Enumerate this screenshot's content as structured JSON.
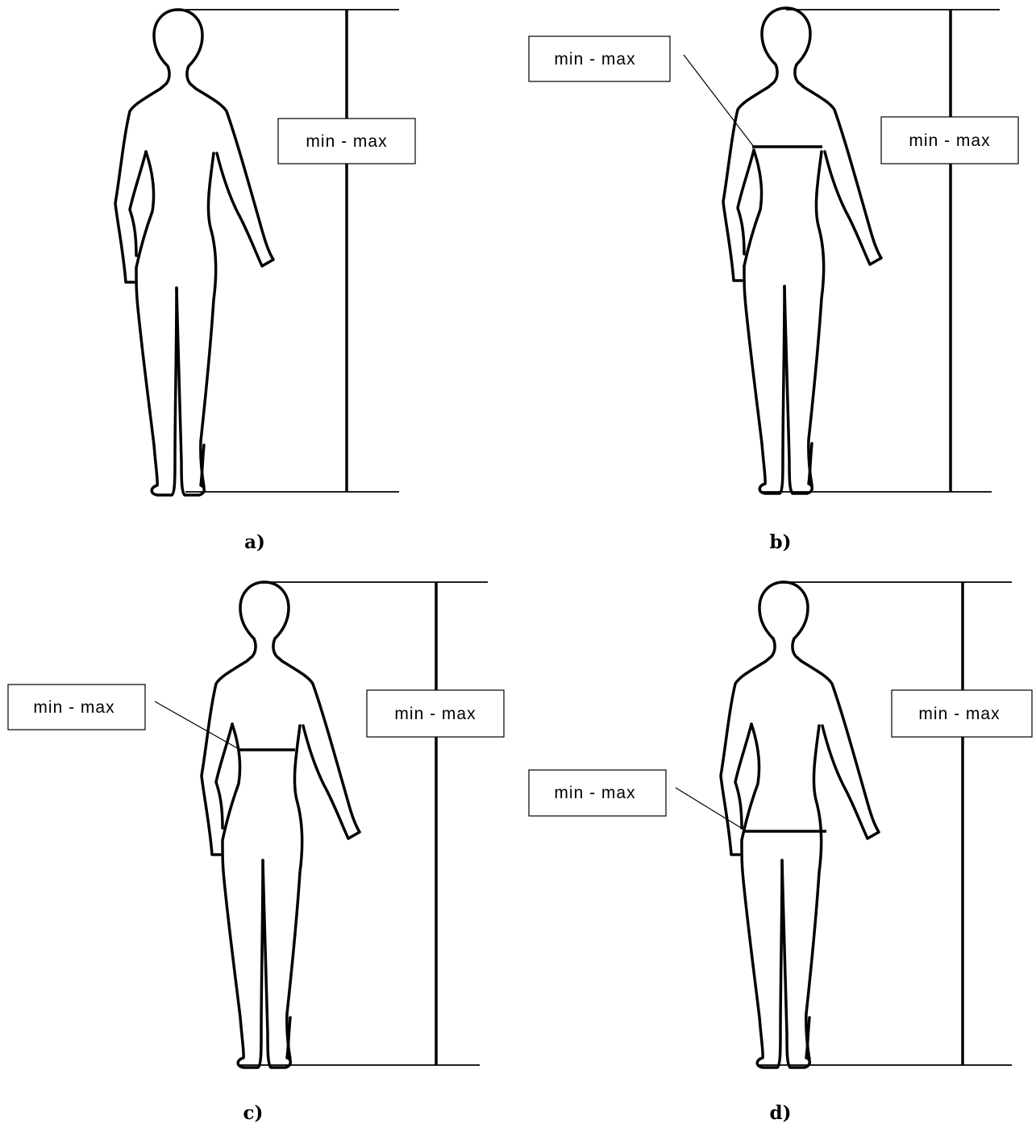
{
  "panels": [
    {
      "caption": "a)",
      "height_label": "min - max"
    },
    {
      "caption": "b)",
      "height_label": "min - max",
      "girth_label": "min - max",
      "girth": "chest"
    },
    {
      "caption": "c)",
      "height_label": "min - max",
      "girth_label": "min - max",
      "girth": "waist"
    },
    {
      "caption": "d)",
      "height_label": "min - max",
      "girth_label": "min - max",
      "girth": "hip"
    }
  ]
}
